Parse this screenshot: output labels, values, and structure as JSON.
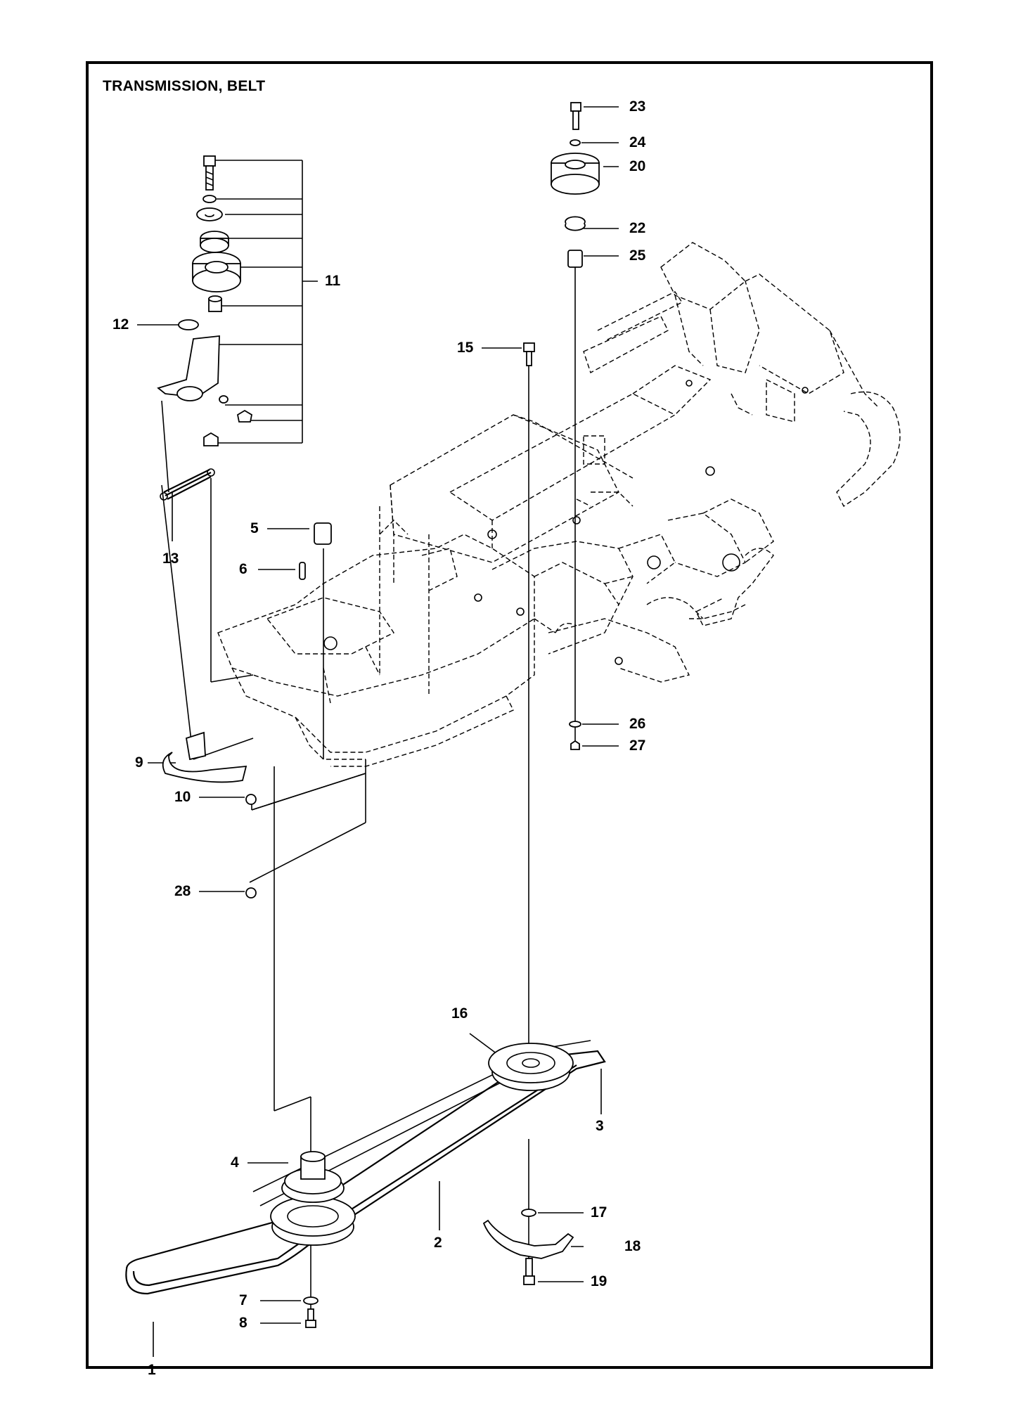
{
  "diagram": {
    "title": "TRANSMISSION, BELT",
    "callouts": {
      "p1": "1",
      "p2": "2",
      "p3": "3",
      "p4": "4",
      "p5": "5",
      "p6": "6",
      "p7": "7",
      "p8": "8",
      "p9": "9",
      "p10": "10",
      "p11": "11",
      "p12": "12",
      "p13": "13",
      "p15": "15",
      "p16": "16",
      "p17": "17",
      "p18": "18",
      "p19": "19",
      "p20": "20",
      "p22": "22",
      "p23": "23",
      "p24": "24",
      "p25": "25",
      "p26": "26",
      "p27": "27",
      "p28": "28"
    }
  }
}
